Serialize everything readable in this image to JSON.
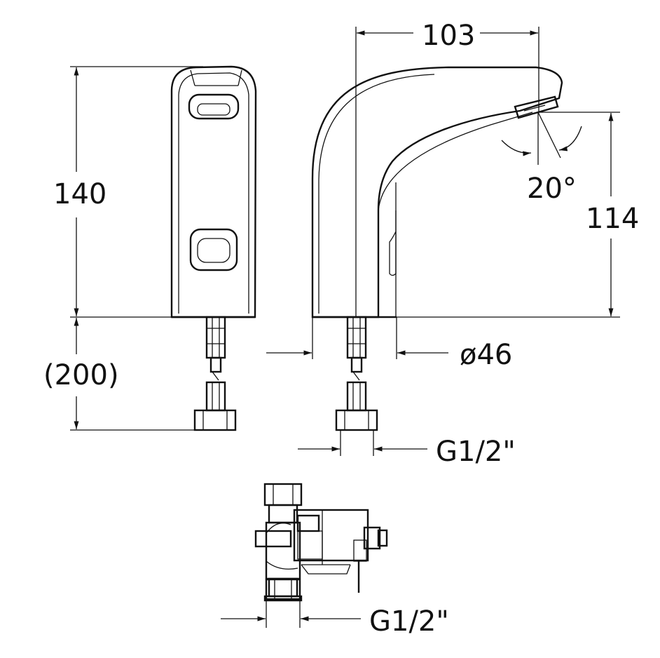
{
  "dimensions": {
    "width_reach": "103",
    "height_total": "140",
    "spout_height": "114",
    "supply_length": "(200)",
    "body_diameter": "ø46",
    "tilt_angle": "20°",
    "thread_top": "G1/2\"",
    "thread_bottom": "G1/2\""
  },
  "colors": {
    "line": "#111111",
    "background": "#ffffff"
  }
}
